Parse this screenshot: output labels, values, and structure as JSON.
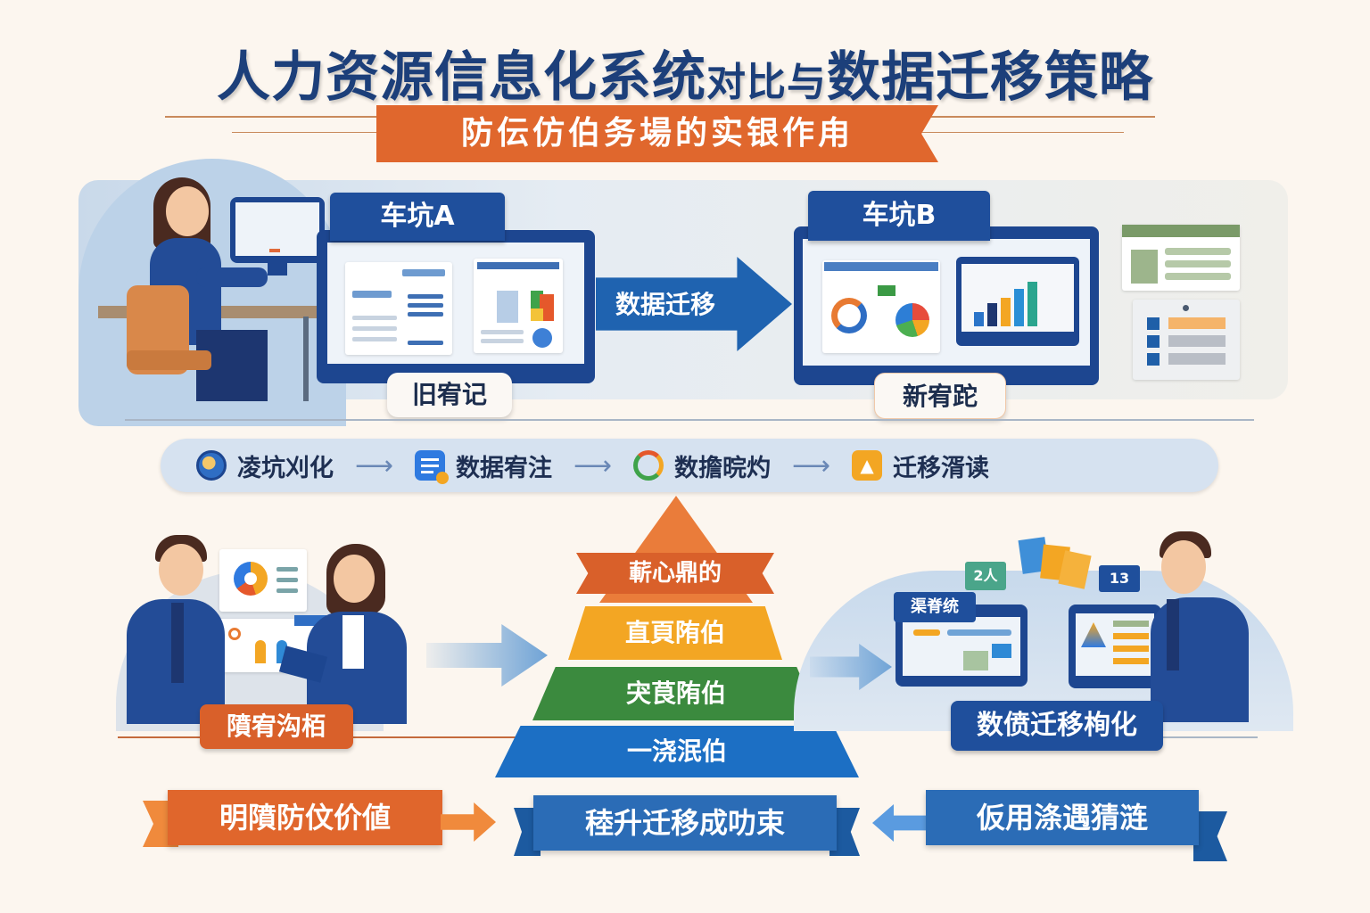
{
  "header": {
    "title_main": "人力资源信息化系统",
    "title_small": "对比与",
    "title_end": "数据迁移策略",
    "subtitle": "防伝仿伯务場的实银作甪"
  },
  "comparison": {
    "system_a": {
      "label": "车坑A",
      "caption": "旧宥记"
    },
    "system_b": {
      "label": "车坑B",
      "caption": "新宥跎"
    },
    "arrow_label": "数据迁移"
  },
  "process": {
    "steps": [
      {
        "icon": "search-globe-icon",
        "label": "凌坑刈化"
      },
      {
        "icon": "list-document-icon",
        "label": "数据宥注"
      },
      {
        "icon": "sync-cycle-icon",
        "label": "数擔晥灼"
      },
      {
        "icon": "warning-document-icon",
        "label": "迁移湑读"
      }
    ]
  },
  "pyramid": {
    "levels": [
      {
        "label": "蔪心鼎的",
        "color": "#e56a2c"
      },
      {
        "label": "直頁陏伯",
        "color": "#f3a623"
      },
      {
        "label": "宊茛陏伯",
        "color": "#3b8a3e"
      },
      {
        "label": "一浇泯伯",
        "color": "#1c6fc4"
      }
    ]
  },
  "left_scene": {
    "caption": "隫宥沟栢"
  },
  "right_scene": {
    "caption": "数偾迁移栒化",
    "monitor_label": "渠脊统",
    "bubble_1": "2人",
    "bubble_2": "13"
  },
  "footer": {
    "left": "明隫防伩价値",
    "center": "稑升迁移成叻束",
    "right": "仮用涤遇猜涟"
  },
  "colors": {
    "navy": "#1c3f7a",
    "orange": "#e0672d",
    "blue": "#1f63b0",
    "background": "#fcf6ef"
  }
}
